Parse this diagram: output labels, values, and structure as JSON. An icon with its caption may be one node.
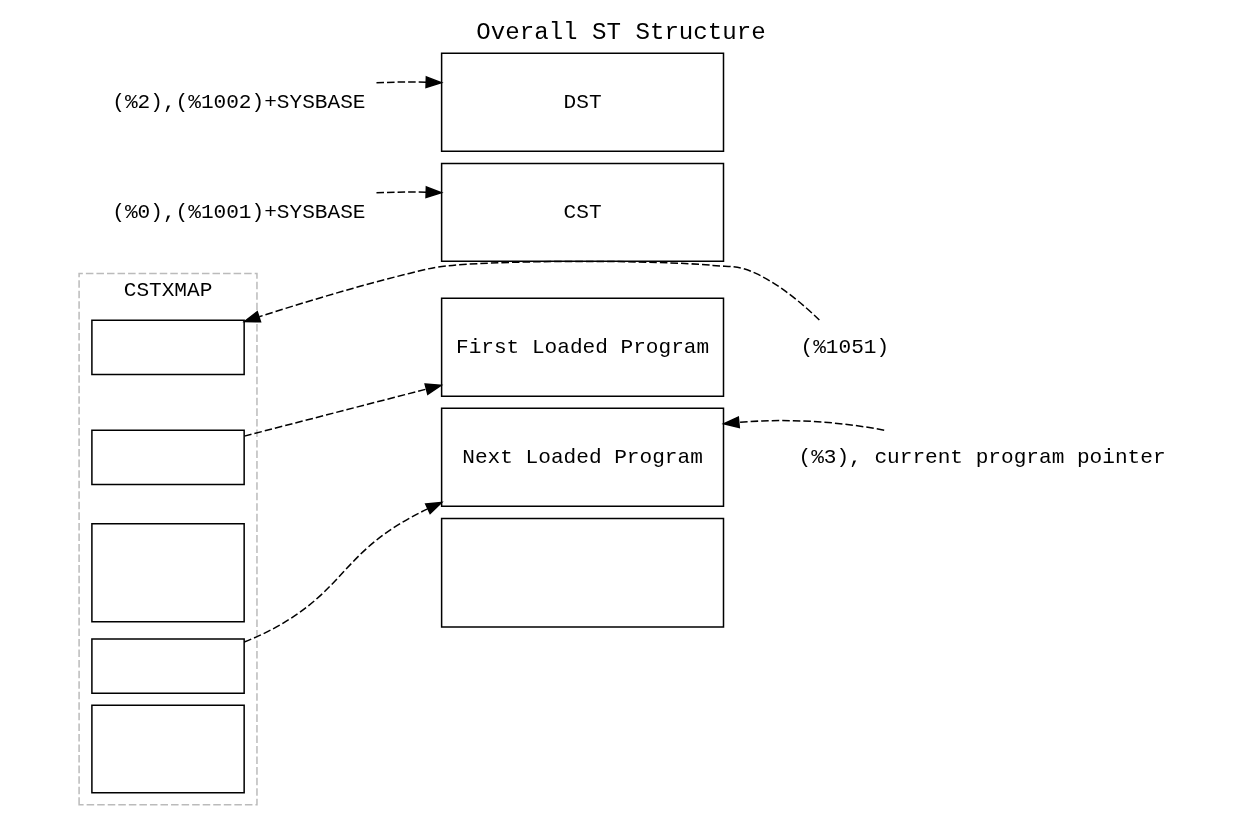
{
  "diagram": {
    "title": "Overall ST Structure",
    "nodes": [
      {
        "text": [
          "(%2),(%1002)+SYSBASE"
        ]
      },
      {
        "text": [
          "(%0),(%1001)+SYSBASE"
        ]
      },
      {
        "text": [
          "DST"
        ]
      },
      {
        "text": [
          "CST"
        ]
      },
      {
        "text": [
          "First Loaded Program"
        ]
      },
      {
        "text": [
          "Next Loaded Program"
        ]
      },
      {
        "text": [],
        "shape": "box"
      },
      {
        "text": [
          "CSTXMAP"
        ]
      },
      {
        "text": [],
        "shape": "box",
        "in": 7
      },
      {
        "text": [],
        "shape": "box",
        "in": 7
      },
      {
        "text": [],
        "shape": "box",
        "in": 7
      },
      {
        "text": [],
        "shape": "box",
        "in": 7
      },
      {
        "text": [],
        "shape": "box",
        "in": 7
      },
      {
        "text": [
          "(%1051)"
        ]
      },
      {
        "text": [
          "(%3), current program pointer"
        ]
      }
    ],
    "edges": [
      {
        "from": 0,
        "to": 2,
        "arrow": "to",
        "style": "dashed"
      },
      {
        "from": 1,
        "to": 3,
        "arrow": "to",
        "style": "dashed"
      },
      {
        "from": 13,
        "to": 8,
        "arrow": "to",
        "style": "dashed"
      },
      {
        "from": 9,
        "to": 4,
        "arrow": "to",
        "style": "dashed"
      },
      {
        "from": 11,
        "to": 5,
        "arrow": "to",
        "style": "dashed"
      },
      {
        "from": 14,
        "to": 5,
        "arrow": "to",
        "style": "dashed"
      }
    ]
  }
}
